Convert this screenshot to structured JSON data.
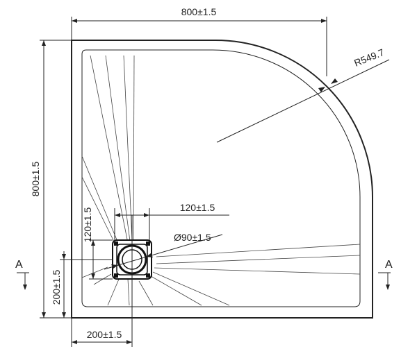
{
  "drawing": {
    "top_width": "800±1.5",
    "left_height": "800±1.5",
    "radius": "R549.7",
    "drain_offset_x": "120±1.5",
    "drain_offset_y": "120±1.5",
    "drain_diameter": "Ø90±1.5",
    "bottom_offset": "200±1.5",
    "left_offset": "200±1.5",
    "section_left": "A",
    "section_right": "A"
  }
}
